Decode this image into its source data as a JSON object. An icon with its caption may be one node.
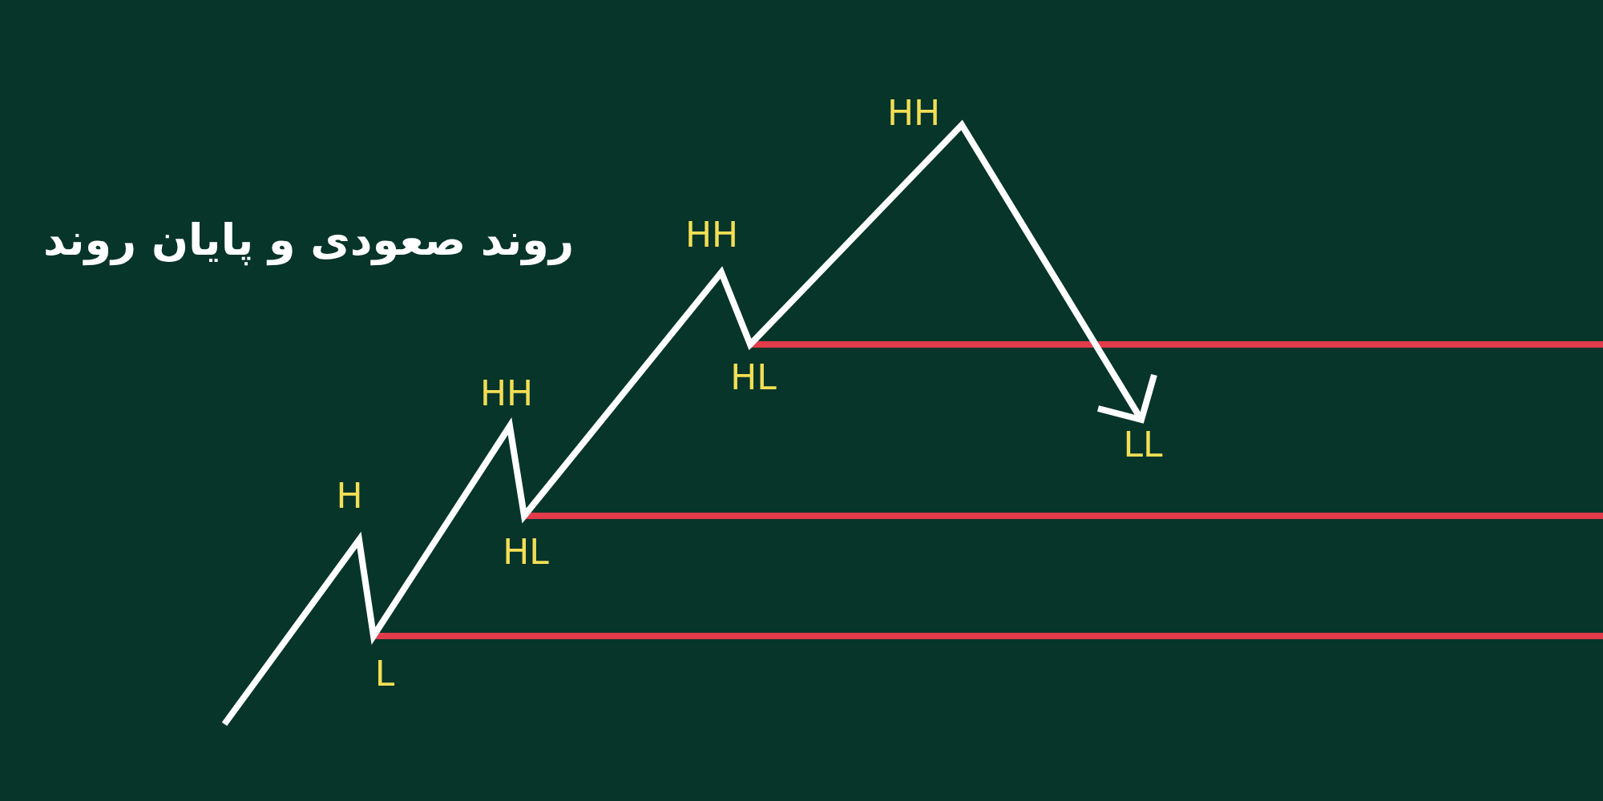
{
  "diagram": {
    "title": "روند صعودی و پایان روند",
    "labels": [
      "H",
      "L",
      "HH",
      "HL",
      "HH",
      "HL",
      "HH",
      "LL"
    ]
  }
}
